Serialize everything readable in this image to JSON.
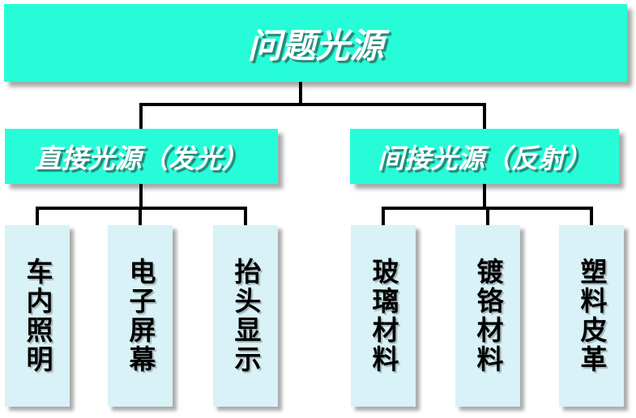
{
  "chart": {
    "type": "tree-diagram",
    "root": {
      "label": "问题光源"
    },
    "branches": [
      {
        "label": "直接光源（发光）",
        "children": [
          "车内照明",
          "电子屏幕",
          "抬头显示"
        ]
      },
      {
        "label": "间接光源（反射）",
        "children": [
          "玻璃材料",
          "镀铬材料",
          "塑料皮革"
        ]
      }
    ]
  },
  "colors": {
    "box_fill": "#26fdd8",
    "leaf_fill": "#d8f2f7",
    "line_color": "#000000"
  }
}
